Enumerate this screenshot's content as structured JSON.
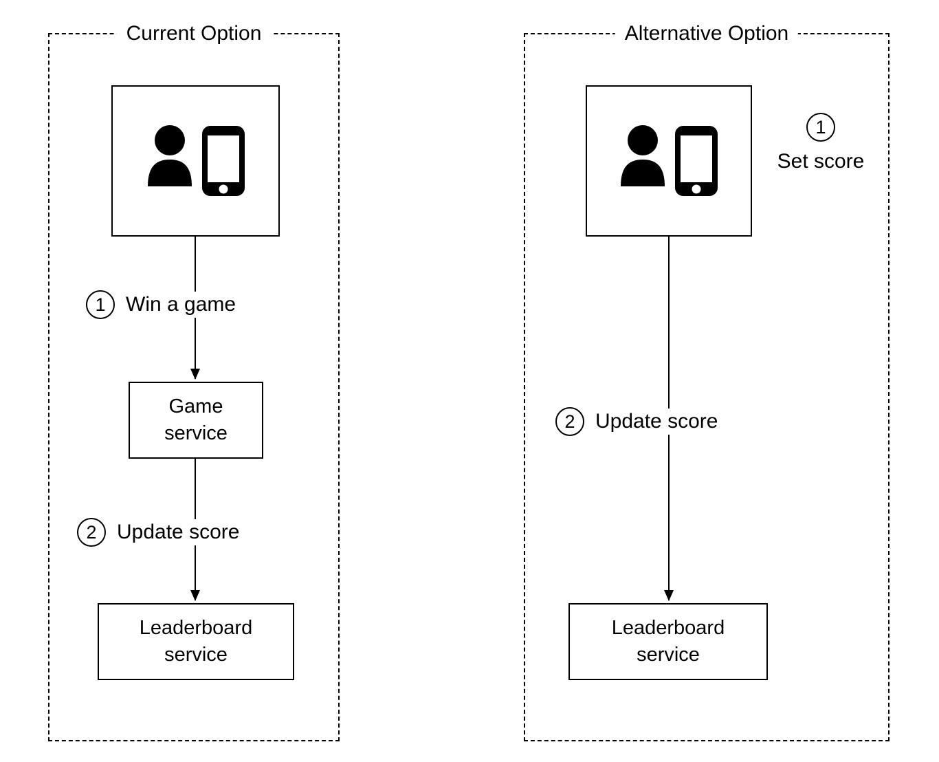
{
  "colors": {
    "foreground": "#000000",
    "background": "#ffffff"
  },
  "icons": {
    "user": "person-icon",
    "device": "smartphone-icon"
  },
  "left": {
    "title": "Current Option",
    "step1": {
      "num": "1",
      "label": "Win a game"
    },
    "step2": {
      "num": "2",
      "label": "Update score"
    },
    "game_service": "Game\nservice",
    "leaderboard_service": "Leaderboard\nservice"
  },
  "right": {
    "title": "Alternative Option",
    "step1": {
      "num": "1",
      "label": "Set score"
    },
    "step2": {
      "num": "2",
      "label": "Update score"
    },
    "leaderboard_service": "Leaderboard\nservice"
  }
}
